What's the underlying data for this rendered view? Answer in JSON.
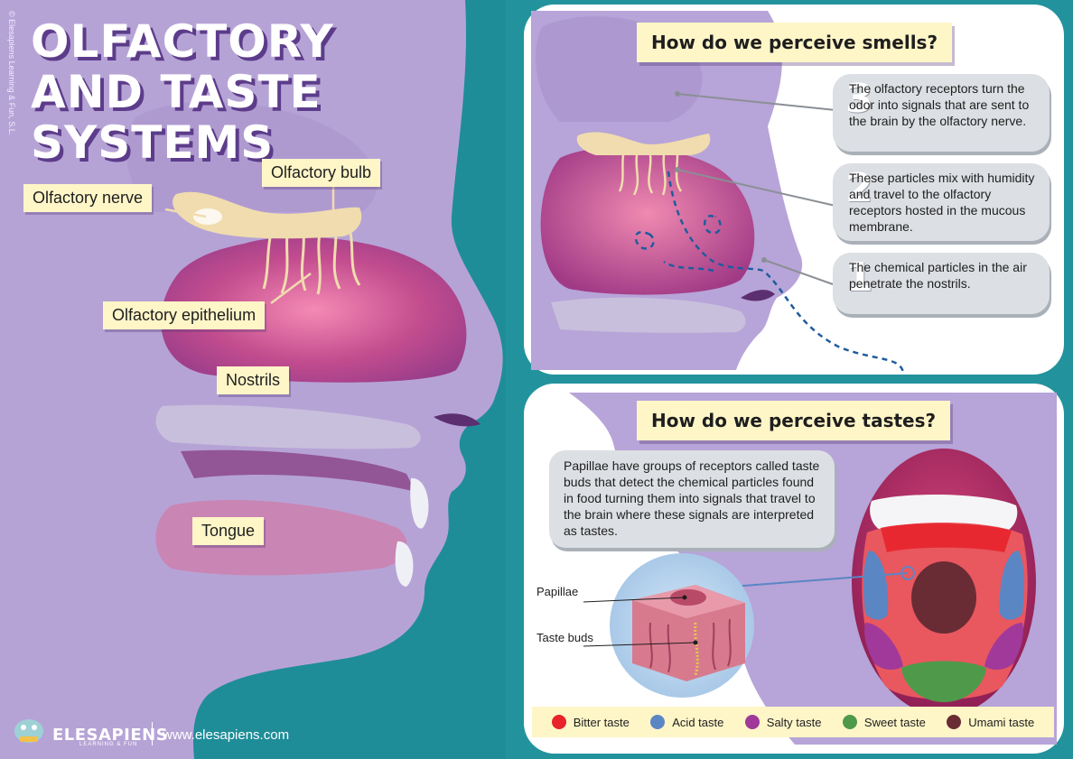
{
  "title": "OLFACTORY AND TASTE SYSTEMS",
  "copyright": "© Elesapiens Learning & Fun, S.L.",
  "face_labels": {
    "olfactory_nerve": "Olfactory nerve",
    "olfactory_bulb": "Olfactory bulb",
    "olfactory_epithelium": "Olfactory epithelium",
    "nostrils": "Nostrils",
    "tongue": "Tongue"
  },
  "smell": {
    "heading": "How do we perceive smells?",
    "steps": [
      {
        "number": "3",
        "text": "The olfactory receptors turn the odor into signals that are sent to the brain by the olfactory nerve."
      },
      {
        "number": "2",
        "text": "These particles mix with humidity and travel to the olfactory receptors hosted in the mucous membrane."
      },
      {
        "number": "1",
        "text": "The chemical particles in the air penetrate the nostrils."
      }
    ]
  },
  "taste": {
    "heading": "How do we perceive tastes?",
    "description": "Papillae have groups of receptors called taste buds that detect the chemical particles found in food turning them into signals that travel to the brain where these signals are interpreted as tastes.",
    "papillae_label": "Papillae",
    "taste_buds_label": "Taste buds",
    "legend": [
      {
        "label": "Bitter taste",
        "color": "#e8232b"
      },
      {
        "label": "Acid taste",
        "color": "#5b86c4"
      },
      {
        "label": "Salty taste",
        "color": "#a0399a"
      },
      {
        "label": "Sweet taste",
        "color": "#4f9a4a"
      },
      {
        "label": "Umami taste",
        "color": "#6a2c34"
      }
    ]
  },
  "footer": {
    "brand": "ELESAPIENS",
    "tagline": "LEARNING & FUN",
    "url": "www.elesapiens.com"
  }
}
